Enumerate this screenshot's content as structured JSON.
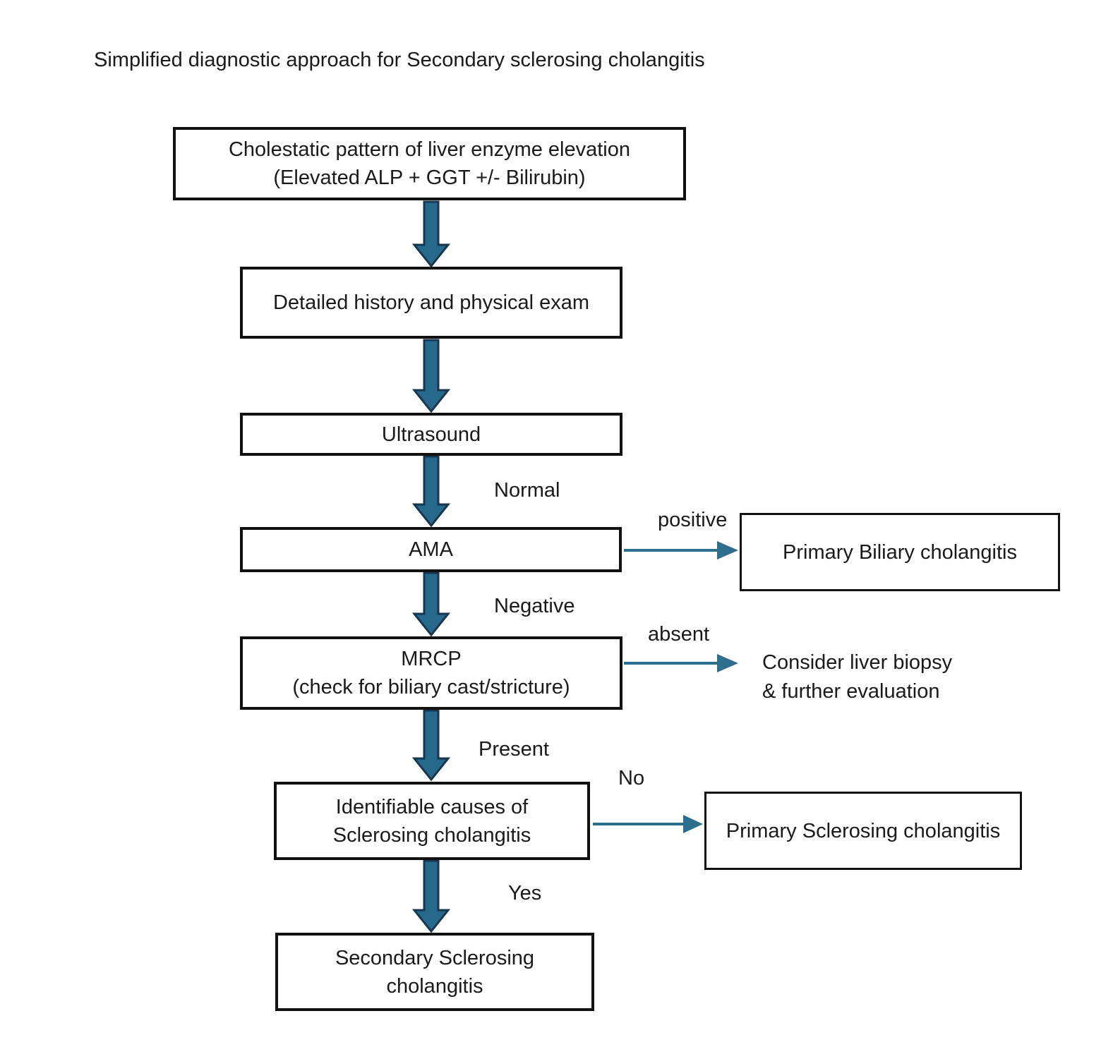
{
  "title": "Simplified diagnostic approach for Secondary sclerosing cholangitis",
  "nodes": {
    "cholestatic": {
      "line1": "Cholestatic pattern of liver enzyme elevation",
      "line2": "(Elevated ALP + GGT +/- Bilirubin)"
    },
    "history": {
      "label": "Detailed history and physical exam"
    },
    "ultrasound": {
      "label": "Ultrasound"
    },
    "ama": {
      "label": "AMA"
    },
    "primary_biliary": {
      "label": "Primary Biliary cholangitis"
    },
    "mrcp": {
      "line1": "MRCP",
      "line2": "(check for biliary cast/stricture)"
    },
    "liver_biopsy_note": {
      "line1": "Consider liver biopsy",
      "line2": "& further evaluation"
    },
    "identifiable_causes": {
      "line1": "Identifiable causes of",
      "line2": "Sclerosing cholangitis"
    },
    "primary_sclerosing": {
      "label": "Primary Sclerosing cholangitis"
    },
    "secondary_sclerosing": {
      "line1": "Secondary Sclerosing",
      "line2": "cholangitis"
    }
  },
  "edge_labels": {
    "normal": "Normal",
    "positive": "positive",
    "negative": "Negative",
    "absent": "absent",
    "present": "Present",
    "no": "No",
    "yes": "Yes"
  },
  "colors": {
    "thick_arrow_fill": "#26698C",
    "thick_arrow_outline": "#16374F",
    "thin_arrow": "#2B6E8E",
    "box_border": "#111111",
    "background": "#FFFFFF",
    "text": "#1A1A1A"
  }
}
